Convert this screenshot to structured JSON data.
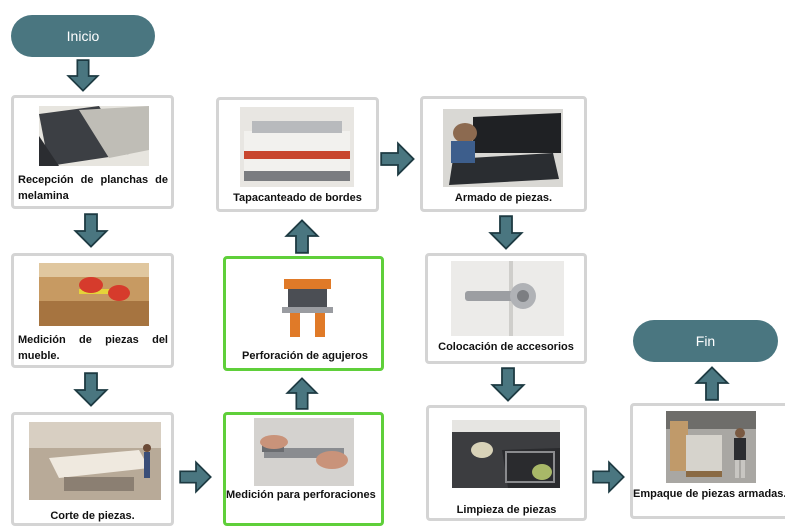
{
  "colors": {
    "terminal": "#4a7680",
    "arrow_fill": "#4a7680",
    "arrow_stroke": "#1d3a42",
    "box_border": "#d4d4d4",
    "box_border_highlight": "#5fcf3a"
  },
  "start": {
    "label": "Inicio"
  },
  "end": {
    "label": "Fin"
  },
  "steps": [
    {
      "label": "Recepción de planchas de melamina"
    },
    {
      "label": "Medición de piezas del mueble."
    },
    {
      "label": "Corte de piezas."
    },
    {
      "label": "Medición para perforaciones"
    },
    {
      "label": "Perforación de agujeros"
    },
    {
      "label": "Tapacanteado de bordes"
    },
    {
      "label": "Armado de piezas."
    },
    {
      "label": "Colocación de accesorios"
    },
    {
      "label": "Limpieza de piezas"
    },
    {
      "label": "Empaque de piezas armadas."
    }
  ],
  "icons": {
    "arrow": "block-arrow-icon",
    "photos": [
      "melamine-sheets-photo",
      "measuring-wood-photo",
      "workshop-cutting-photo",
      "measuring-drill-photo",
      "drilling-machine-photo",
      "edge-banding-machine-photo",
      "assembling-pieces-photo",
      "cabinet-hinge-photo",
      "cleaning-surface-photo",
      "packaged-boxes-photo"
    ]
  }
}
